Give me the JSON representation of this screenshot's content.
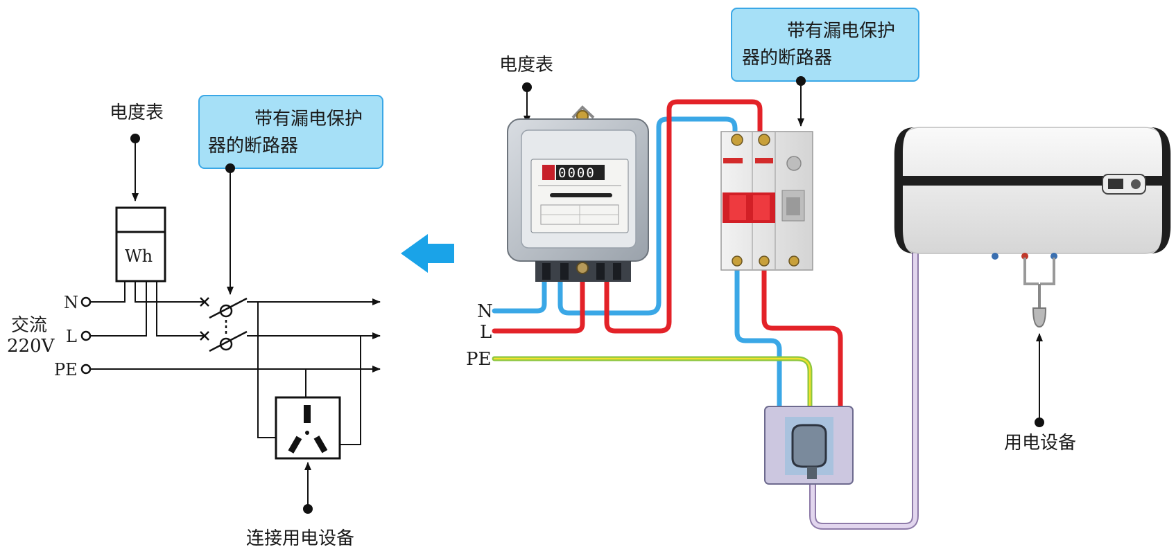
{
  "schematic": {
    "meter_label": "电度表",
    "meter_unit": "Wh",
    "breaker_callout_line1": "带有漏电保护",
    "breaker_callout_line2": "器的断路器",
    "supply_label_line1": "交流",
    "supply_label_line2": "220V",
    "terminal_n": "N",
    "terminal_l": "L",
    "terminal_pe": "PE",
    "socket_label": "连接用电设备"
  },
  "photo": {
    "meter_label": "电度表",
    "meter_display": "0000",
    "breaker_callout_line1": "带有漏电保护",
    "breaker_callout_line2": "器的断路器",
    "wire_n": "N",
    "wire_l": "L",
    "wire_pe": "PE",
    "appliance_label": "用电设备"
  },
  "colors": {
    "neutral_wire": "#3aa7e6",
    "live_wire": "#e32228",
    "earth_wire_green": "#8cc63f",
    "earth_wire_yellow": "#f2e12e",
    "callout_fill": "#a6e0f7",
    "callout_border": "#3aa7e6",
    "arrow": "#1aa3e8",
    "plug_cord": "#c9b7d9"
  }
}
